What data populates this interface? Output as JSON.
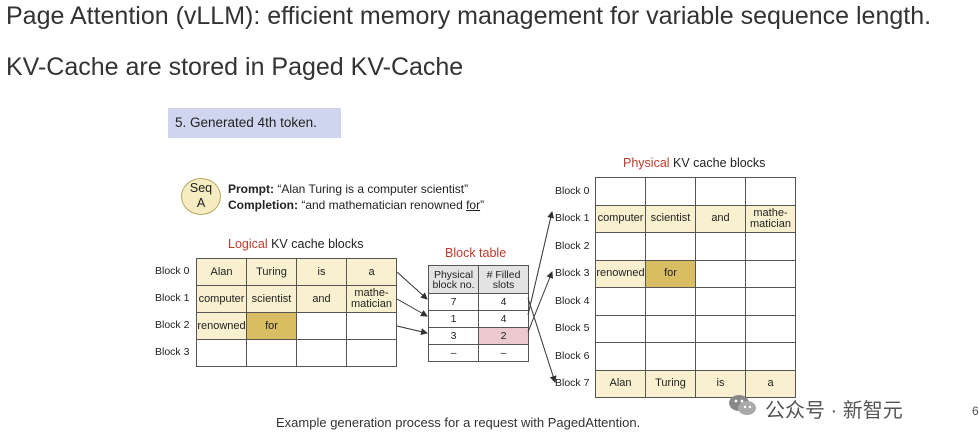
{
  "header": {
    "title": "Page Attention (vLLM): efficient memory management for variable sequence length.",
    "subtitle": "KV-Cache are stored in Paged KV-Cache"
  },
  "step_label": "5. Generated 4th token.",
  "sequence": {
    "badge_line1": "Seq",
    "badge_line2": "A",
    "prompt_label": "Prompt:",
    "prompt_text": " “Alan Turing is a computer scientist”",
    "completion_label": "Completion:",
    "completion_text": " “and mathematician renowned ",
    "completion_current": "for",
    "completion_end": "”"
  },
  "logical": {
    "title_colored": "Logical",
    "title_rest": " KV cache blocks",
    "block_labels": [
      "Block 0",
      "Block 1",
      "Block 2",
      "Block 3"
    ],
    "cells": [
      [
        "Alan",
        "Turing",
        "is",
        "a"
      ],
      [
        "computer",
        "scientist",
        "and",
        "mathe-\nmatician"
      ],
      [
        "renowned",
        "for",
        "",
        ""
      ],
      [
        "",
        "",
        "",
        ""
      ]
    ]
  },
  "block_table": {
    "title": "Block table",
    "headers": [
      "Physical block no.",
      "# Filled slots"
    ],
    "rows": [
      [
        "7",
        "4"
      ],
      [
        "1",
        "4"
      ],
      [
        "3",
        "2"
      ],
      [
        "–",
        "–"
      ]
    ]
  },
  "physical": {
    "title_colored": "Physical",
    "title_rest": " KV cache blocks",
    "block_labels": [
      "Block 0",
      "Block 1",
      "Block 2",
      "Block 3",
      "Block 4",
      "Block 5",
      "Block 6",
      "Block 7"
    ],
    "cells": [
      [
        "",
        "",
        "",
        ""
      ],
      [
        "computer",
        "scientist",
        "and",
        "mathe-\nmatician"
      ],
      [
        "",
        "",
        "",
        ""
      ],
      [
        "renowned",
        "for",
        "",
        ""
      ],
      [
        "",
        "",
        "",
        ""
      ],
      [
        "",
        "",
        "",
        ""
      ],
      [
        "",
        "",
        "",
        ""
      ],
      [
        "Alan",
        "Turing",
        "is",
        "a"
      ]
    ]
  },
  "caption": "Example generation process for a request with PagedAttention.",
  "watermark": "公众号 · 新智元",
  "page_number": "6",
  "colors": {
    "accent_red": "#c0392b",
    "filled": "#f8f0ce",
    "current_token": "#d8bd62",
    "highlight_slot": "#ebc9cc",
    "step_bg": "#cfd5ee"
  }
}
